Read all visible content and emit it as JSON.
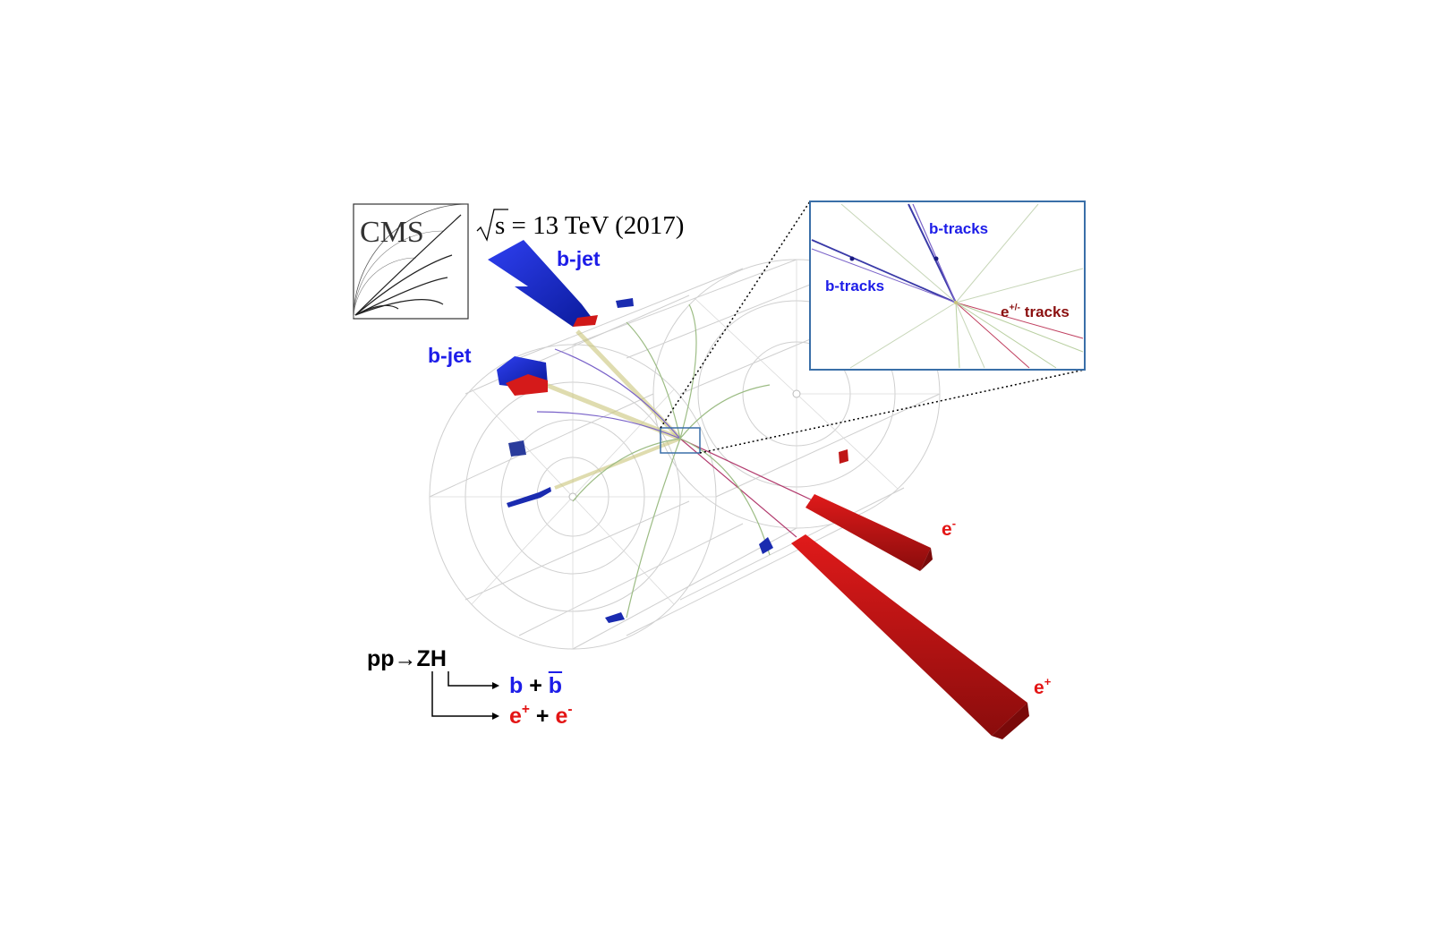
{
  "logo": {
    "text": "CMS"
  },
  "energy": {
    "sqrt_s": "s",
    "value": "= 13 TeV (2017)"
  },
  "labels": {
    "bjet_top": "b-jet",
    "bjet_left": "b-jet",
    "e_minus": "e",
    "e_minus_sup": "-",
    "e_plus": "e",
    "e_plus_sup": "+"
  },
  "inset": {
    "btracks_top": "b-tracks",
    "btracks_left": "b-tracks",
    "e_tracks": "e",
    "e_tracks_sup": "+/-",
    "e_tracks_suffix": " tracks"
  },
  "decay": {
    "process": "pp→ZH",
    "b": "b",
    "plus1": "+",
    "bbar": "b",
    "e1": "e",
    "e1_sup": "+",
    "plus2": "+",
    "e2": "e",
    "e2_sup": "-"
  },
  "colors": {
    "b_jet": "#1d1de8",
    "electron": "#e31515",
    "inset_border": "#3a6fa8",
    "e_tracks": "#8b1010"
  }
}
